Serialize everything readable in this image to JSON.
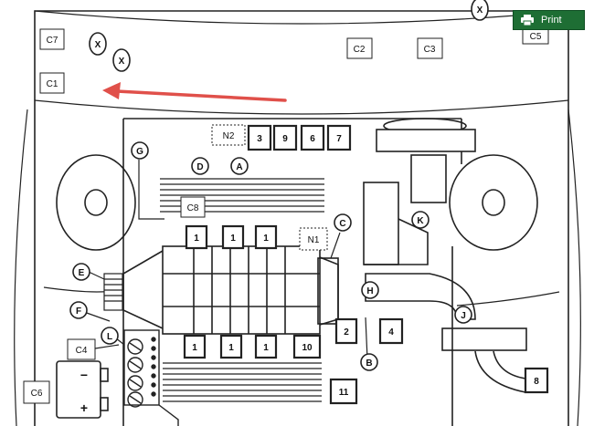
{
  "print_button": {
    "label": "Print",
    "icon": "printer-icon",
    "color": "#1e6e34"
  },
  "arrow_color": "#e0504a",
  "labels": {
    "C7": "C7",
    "C1": "C1",
    "C2": "C2",
    "C3": "C3",
    "C5": "C5",
    "C8": "C8",
    "C4": "C4",
    "C6": "C6",
    "N1": "N1",
    "N2": "N2",
    "n3": "3",
    "n9": "9",
    "n6": "6",
    "n7": "7",
    "n1": "1",
    "n2": "2",
    "n4": "4",
    "n10": "10",
    "n11": "11",
    "A": "A",
    "B": "B",
    "C": "C",
    "D": "D",
    "E": "E",
    "F": "F",
    "G": "G",
    "H": "H",
    "J": "J",
    "K": "K",
    "L": "L",
    "X": "X",
    "plus": "+",
    "minus": "−"
  }
}
